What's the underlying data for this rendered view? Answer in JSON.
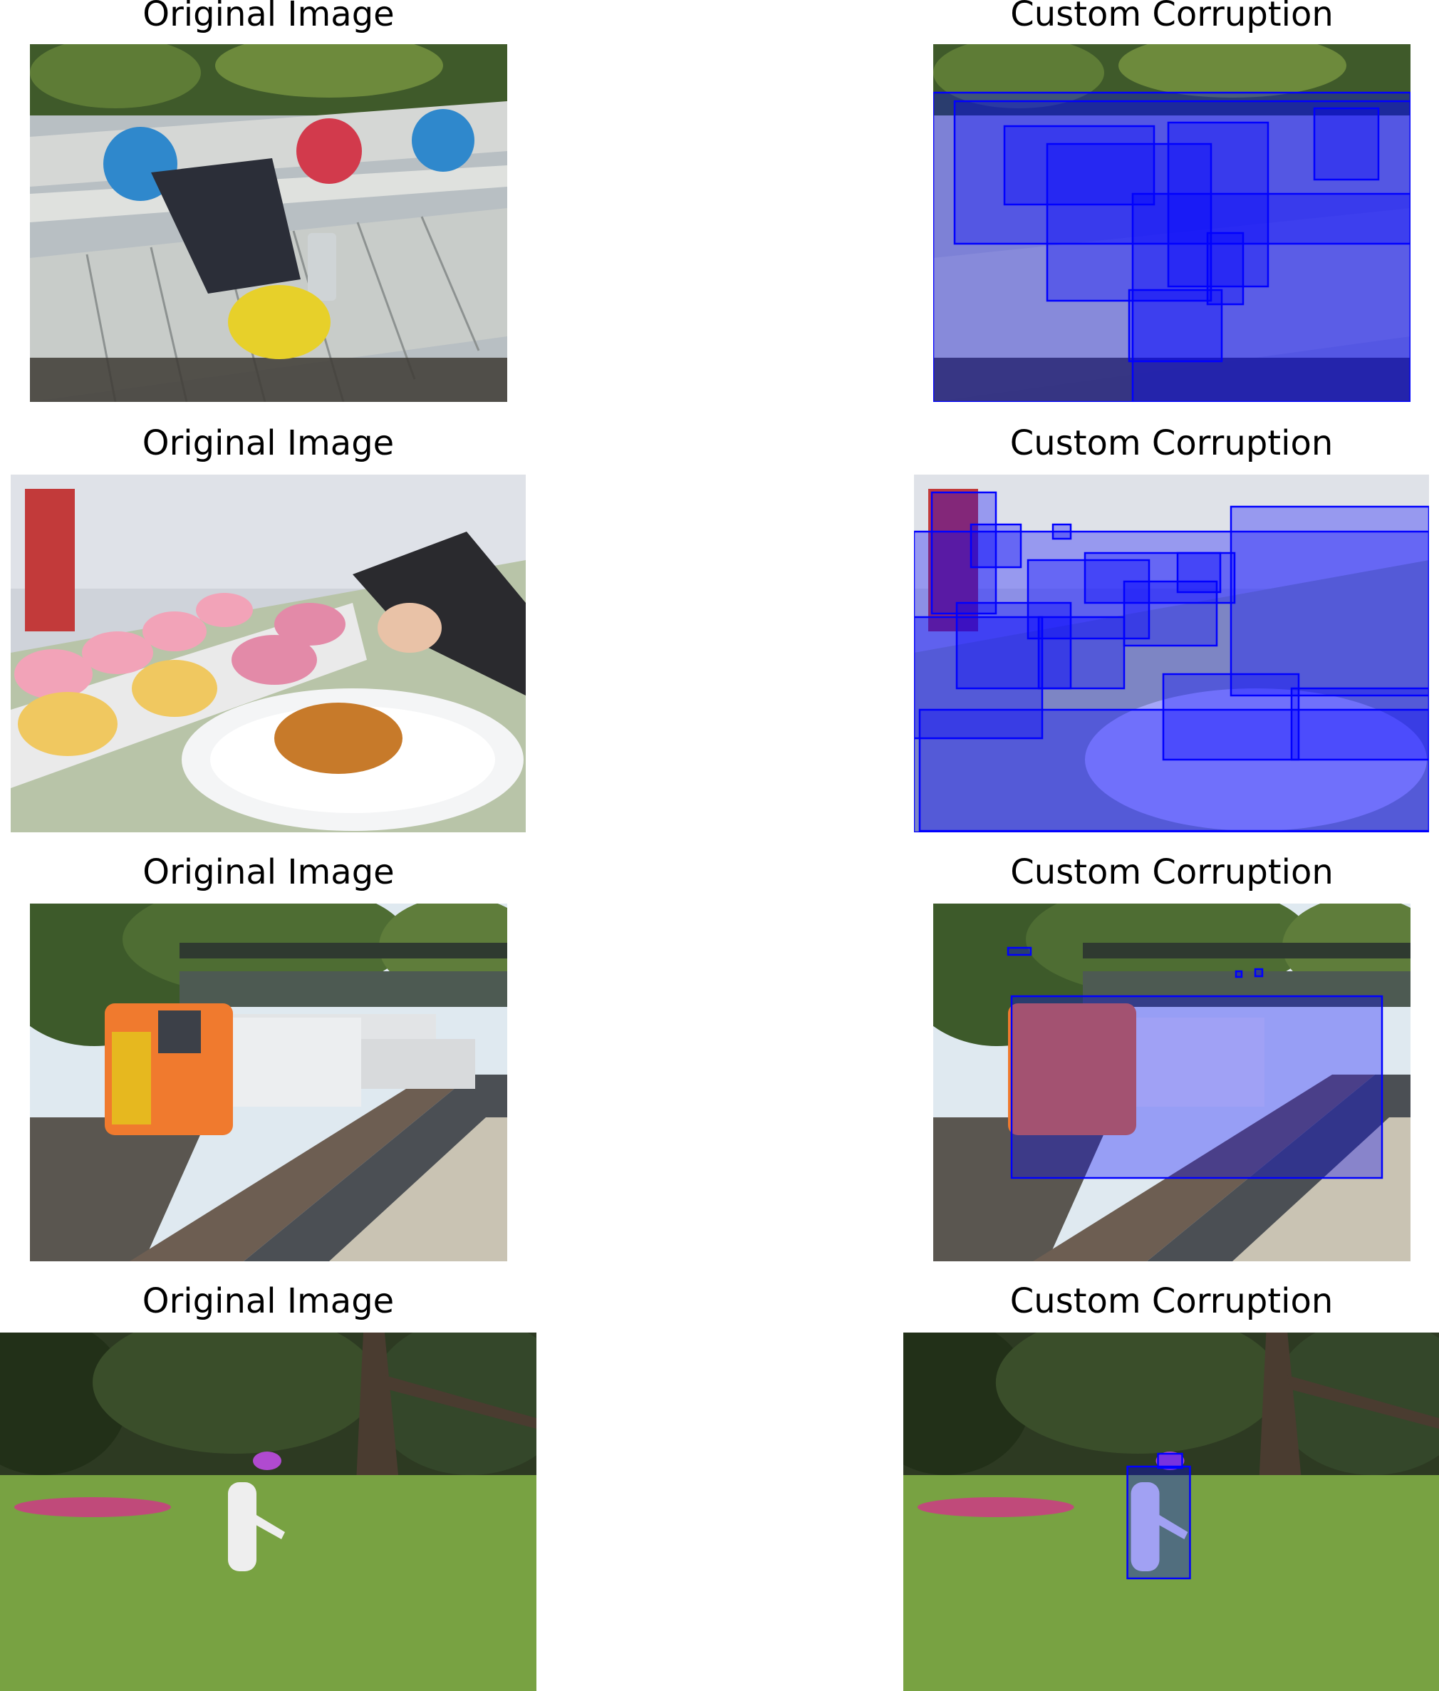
{
  "titles": {
    "original": "Original Image",
    "corrupted": "Custom Corruption"
  },
  "rows": [
    {
      "scene": "bench with frisbees and bag",
      "colors": {
        "sky": "#3c4a2a",
        "ground": "#b9c0c4",
        "accent": "#d94a5a"
      }
    },
    {
      "scene": "cupcakes on cafe counter",
      "colors": {
        "sky": "#c9cdd6",
        "ground": "#7e8c76",
        "accent": "#f39ab0"
      }
    },
    {
      "scene": "train at station platform",
      "colors": {
        "sky": "#dde8f0",
        "ground": "#5e5a52",
        "accent": "#f08a32"
      }
    },
    {
      "scene": "dog catching frisbee on lawn",
      "colors": {
        "sky": "#2d3a22",
        "ground": "#6f9a3a",
        "accent": "#b04ad0"
      }
    }
  ]
}
